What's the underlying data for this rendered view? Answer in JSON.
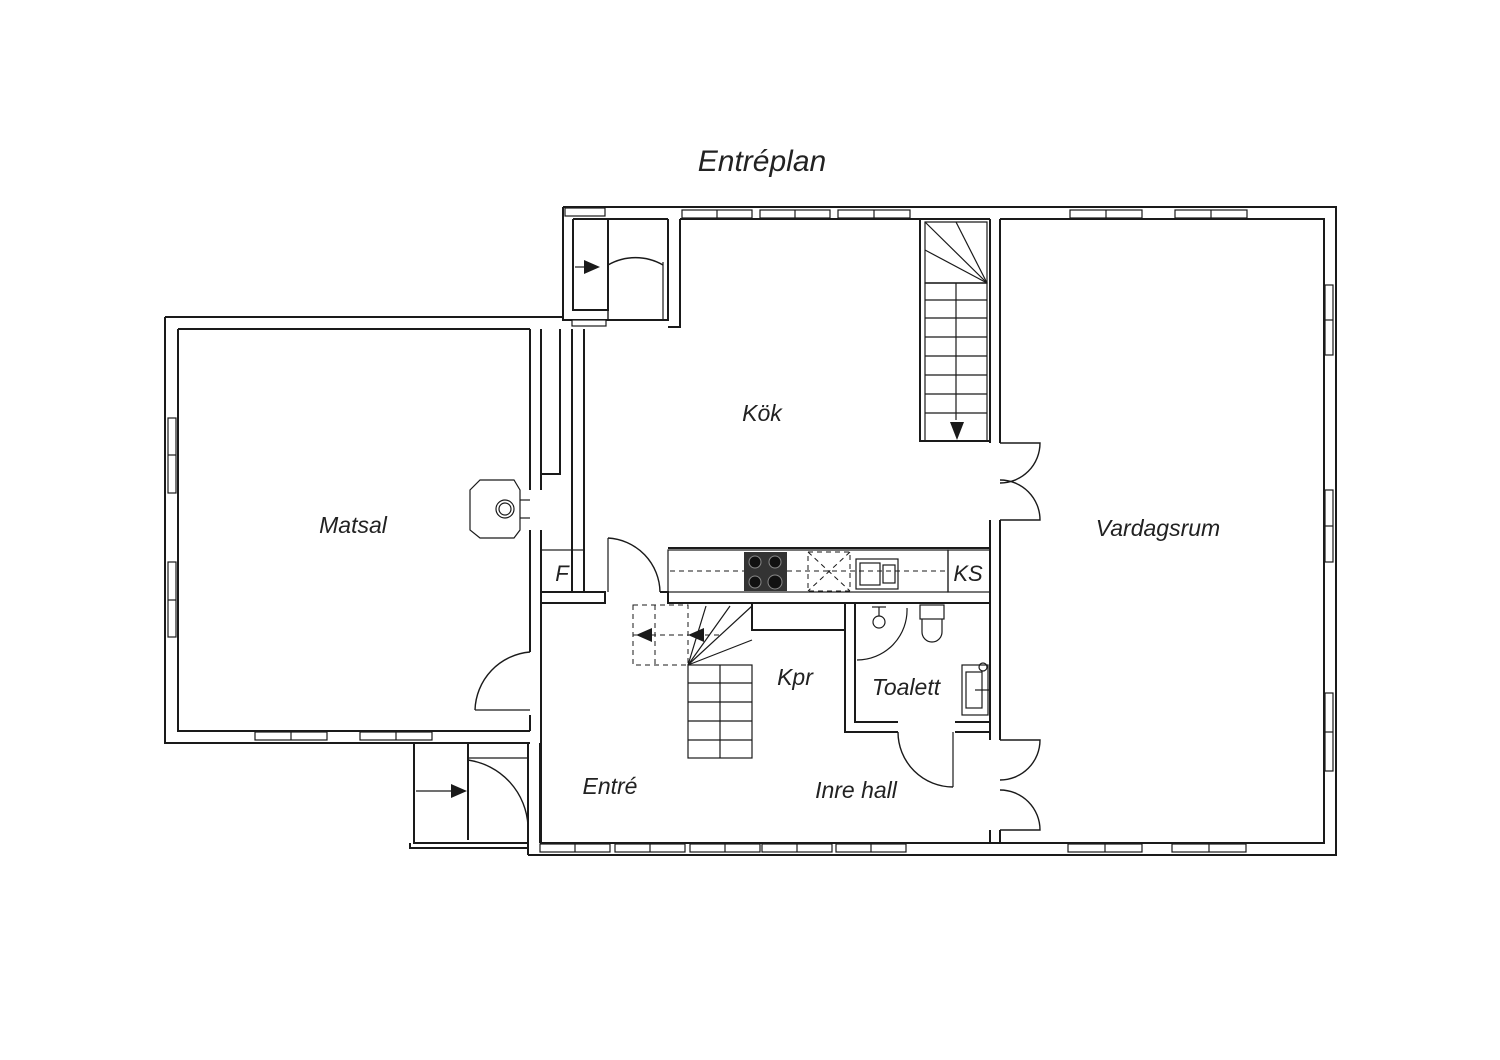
{
  "title": "Entréplan",
  "rooms": {
    "kok": "Kök",
    "matsal": "Matsal",
    "vardagsrum": "Vardagsrum",
    "kpr": "Kpr",
    "toalett": "Toalett",
    "entre": "Entré",
    "inre_hall": "Inre hall"
  },
  "fixtures": {
    "fridge": "F",
    "ks": "KS"
  },
  "colors": {
    "line": "#1a1a1a",
    "text": "#222222",
    "background": "#ffffff"
  }
}
